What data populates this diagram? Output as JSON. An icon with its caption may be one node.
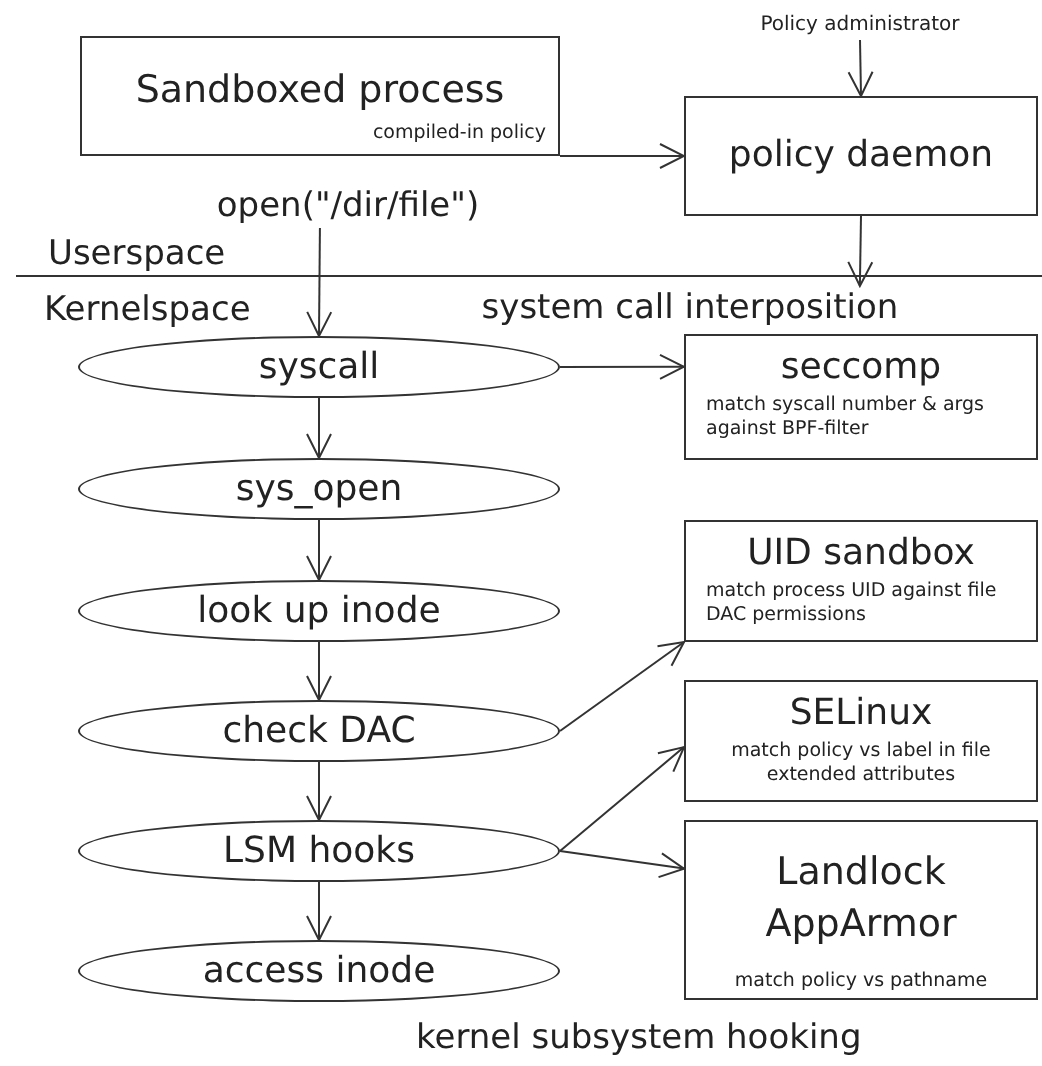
{
  "diagram": {
    "nodes": [
      {
        "text": [
          "Sandboxed process",
          "compiled-in policy"
        ]
      },
      {
        "text": [
          "Policy administrator"
        ]
      },
      {
        "text": [
          "policy daemon"
        ]
      },
      {
        "text": [
          "open(\"/dir/file\")"
        ]
      },
      {
        "text": [
          "syscall"
        ]
      },
      {
        "text": [
          "seccomp",
          "match syscall number & args against BPF-filter"
        ]
      },
      {
        "text": [
          "sys_open"
        ]
      },
      {
        "text": [
          "UID sandbox",
          "match process UID against file DAC permissions"
        ]
      },
      {
        "text": [
          "look up inode"
        ]
      },
      {
        "text": [
          "check DAC"
        ]
      },
      {
        "text": [
          "SELinux",
          "match policy vs label in file extended attributes"
        ]
      },
      {
        "text": [
          "LSM hooks"
        ]
      },
      {
        "text": [
          "Landlock AppArmor",
          "match policy vs pathname"
        ]
      },
      {
        "text": [
          "access inode"
        ]
      },
      {
        "text": [
          "system call interposition"
        ]
      }
    ],
    "edges": [
      {
        "from": 0,
        "to": 2,
        "arrow": "to"
      },
      {
        "from": 1,
        "to": 2,
        "arrow": "to"
      },
      {
        "from": 2,
        "to": 14,
        "arrow": "to"
      },
      {
        "from": 3,
        "to": 4,
        "arrow": "to"
      },
      {
        "from": 4,
        "to": 5,
        "arrow": "to"
      },
      {
        "from": 4,
        "to": 6,
        "arrow": "to"
      },
      {
        "from": 6,
        "to": 8,
        "arrow": "to"
      },
      {
        "from": 8,
        "to": 9,
        "arrow": "to"
      },
      {
        "from": 9,
        "to": 7,
        "arrow": "to"
      },
      {
        "from": 9,
        "to": 11,
        "arrow": "to"
      },
      {
        "from": 11,
        "to": 10,
        "arrow": "to"
      },
      {
        "from": 11,
        "to": 12,
        "arrow": "to"
      },
      {
        "from": 11,
        "to": 13,
        "arrow": "to"
      }
    ],
    "labels": [
      "Userspace",
      "Kernelspace",
      "kernel subsystem hooking"
    ]
  }
}
